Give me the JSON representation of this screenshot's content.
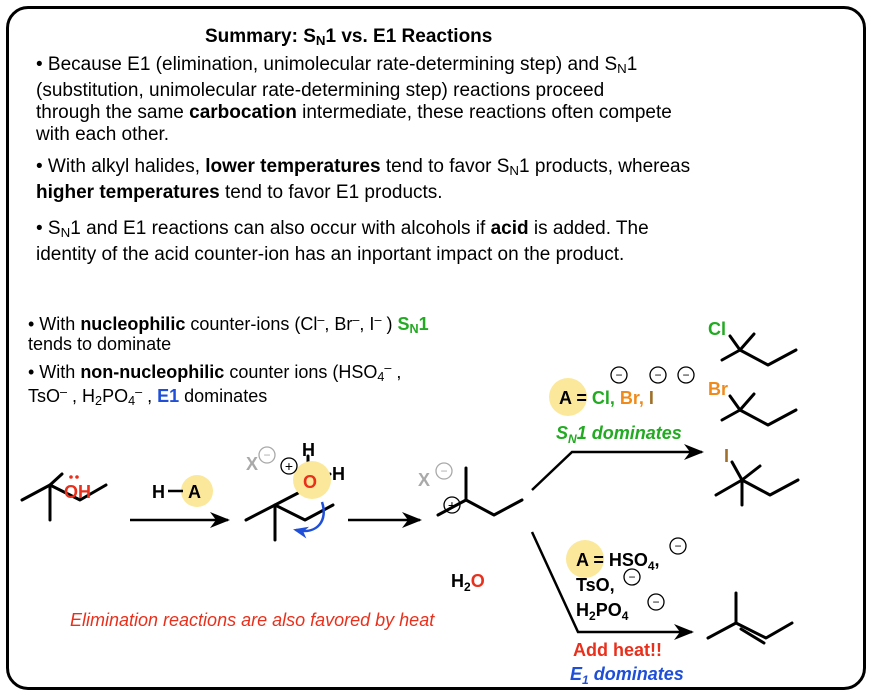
{
  "title_prefix": "Summary: S",
  "title_sub": "N",
  "title_suffix": "1 vs. E1 Reactions",
  "para1": {
    "l1a": "• Because E1 (elimination, unimolecular rate-determining step)  and S",
    "l1sub": "N",
    "l1b": "1",
    "l2": "(substitution, unimolecular rate-determining step) reactions proceed",
    "l3a": "through the same ",
    "l3b": "carbocation",
    "l3c": " intermediate, these reactions often compete",
    "l4": "with each other."
  },
  "para2": {
    "a": "• With alkyl halides, ",
    "b": "lower temperatures",
    "c": " tend to favor S",
    "sub": "N",
    "d": "1 products, whereas",
    "e": "higher temperatures",
    "f": " tend to favor E1 products."
  },
  "para3": {
    "a": "• S",
    "sub": "N",
    "b": "1 and E1 reactions can also occur with alcohols if ",
    "c": "acid",
    "d": " is added. The",
    "l2": "identity of the acid counter-ion has an inportant impact on the product."
  },
  "counter": {
    "l1a": " • With ",
    "l1b": "nucleophilic",
    "l1c": " counter-ions (Cl",
    "l1d": ", Br",
    "l1e": ", I",
    "l1f": "  ) ",
    "l1g": "S",
    "l1sub": "N",
    "l1h": "1",
    "minus": "–",
    "l2": "tends to dominate",
    "l3a": " • With ",
    "l3b": "non-nucleophilic",
    "l3c": " counter ions (HSO",
    "l3sub": "4",
    "l3d": " ,",
    "l4a": "TsO",
    "l4b": " , H",
    "l4sub1": "2",
    "l4c": "PO",
    "l4sub2": "4",
    "l4d": " , ",
    "l4e": "E1",
    "l4f": " dominates"
  },
  "note": "Elimination reactions are also favored by heat",
  "scheme": {
    "oh": "OH",
    "ha_h": "H",
    "ha_a": "A",
    "x": "X",
    "h_top": "H",
    "h_right": "H",
    "o": "O",
    "plus": "+",
    "minus": "−",
    "water_h": "H",
    "water_sub": "2",
    "water_o": "O",
    "a_eq": "A = ",
    "cl": "Cl",
    "br": "Br",
    "i": "I",
    "comma": ", ",
    "sn1_dom": "S",
    "sn1_sub": "N",
    "sn1_tail": "1 dominates",
    "a_eq2": "A = HSO",
    "hso_sub": "4",
    "comma2": ",",
    "tso": "TsO",
    "h2po_h": "H",
    "h2po_sub1": "2",
    "h2po_po": "PO",
    "h2po_sub2": "4",
    "add_heat": "Add heat!!",
    "e1_e": "E",
    "e1_sub": "1",
    "e1_tail": " dominates",
    "prod_cl": "Cl",
    "prod_br": "Br",
    "prod_i": "I"
  },
  "colors": {
    "green": "#22aa22",
    "blue": "#1f4fd8",
    "red": "#e8301c",
    "orange": "#f08a1a",
    "brown": "#a0702a",
    "gray": "#a9a9a9",
    "highlight": "#fbe89a"
  }
}
